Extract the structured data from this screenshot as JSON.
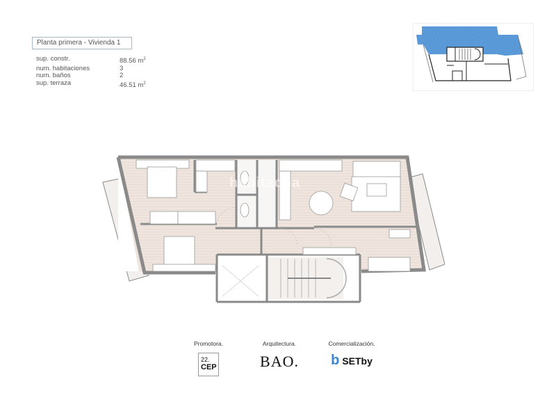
{
  "header": {
    "title": "Planta primera - Vivienda 1"
  },
  "specs": [
    {
      "label": "sup. constr.",
      "value": "88.56 m",
      "unit_sup": "2"
    },
    {
      "label": "num. habitaciones",
      "value": "3",
      "unit_sup": ""
    },
    {
      "label": "num. baños",
      "value": "2",
      "unit_sup": ""
    },
    {
      "label": "sup. terraza",
      "value": "46.51 m",
      "unit_sup": "2"
    }
  ],
  "keyplan": {
    "highlight_color": "#4a90d9"
  },
  "plan": {
    "floor_color": "#ede3dc",
    "wall_color": "#8a8a8a",
    "watermark": "habitaclia"
  },
  "credits": {
    "promotora": {
      "label": "Promotora.",
      "logo_number": "22.",
      "logo_text": "CEP"
    },
    "arquitectura": {
      "label": "Arquitectura.",
      "logo_text": "BAO."
    },
    "comercializacion": {
      "label": "Comercialización.",
      "logo_mark": "b",
      "logo_text": "SETby",
      "brand_color": "#3a86d4"
    }
  }
}
